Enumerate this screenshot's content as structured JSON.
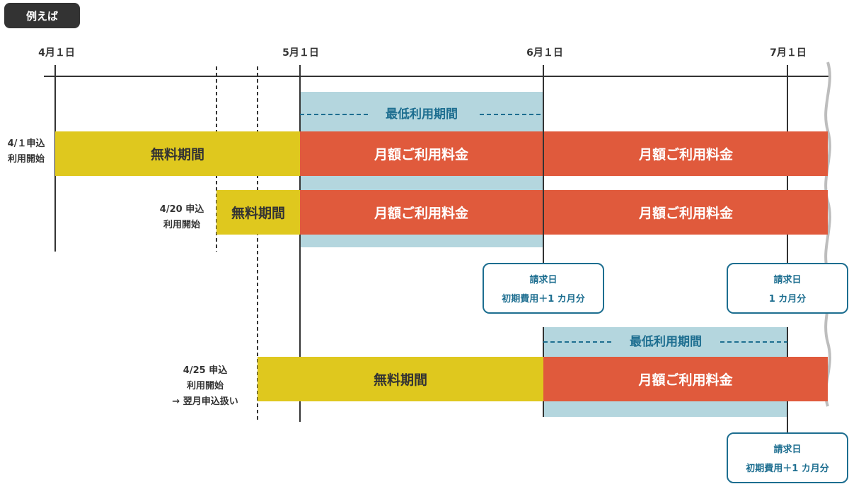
{
  "tag": "例えば",
  "dates": [
    "4月１日",
    "5月１日",
    "6月１日",
    "7月１日"
  ],
  "apps": [
    {
      "date": "4/１申込",
      "start": "利用開始"
    },
    {
      "date": "4/20 申込",
      "start": "利用開始"
    },
    {
      "date": "4/25 申込",
      "start": "利用開始",
      "note": "→ 翌月申込扱い"
    }
  ],
  "labels": {
    "free": "無料期間",
    "fee": "月額ご利用料金",
    "min_period": "最低利用期間"
  },
  "billing": [
    {
      "title": "請求日",
      "detail": "初期費用＋1 カ月分"
    },
    {
      "title": "請求日",
      "detail": "1 カ月分"
    },
    {
      "title": "請求日",
      "detail": "初期費用＋1 カ月分"
    }
  ],
  "colors": {
    "free": "#dfc81e",
    "fee": "#e05a3c",
    "min_period_bg": "#b4d6de",
    "accent": "#1d6e90",
    "tag_bg": "#333333"
  }
}
